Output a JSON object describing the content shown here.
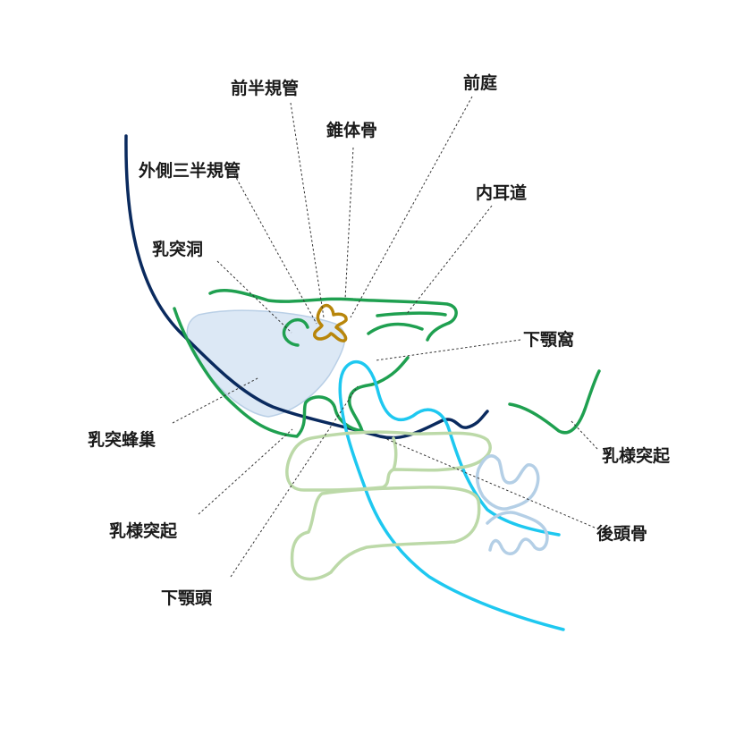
{
  "labels": {
    "anterior_semicircular_canal": "前半規管",
    "vestibule": "前庭",
    "incus": "錐体骨",
    "lateral_semicircular_canal": "外側三半規管",
    "internal_auditory_canal": "内耳道",
    "mastoid_antrum": "乳突洞",
    "mandibular_fossa": "下顎窩",
    "mastoid_cells": "乳突蜂巢",
    "styloid_process_right": "乳様突起",
    "mastoid_process_left": "乳様突起",
    "occipital_bone": "後頭骨",
    "mandibular_condyle": "下顎頭"
  },
  "colors": {
    "skull_outline": "#0a2a5e",
    "temporal_bone": "#1fa050",
    "ossicle": "#b8860b",
    "mastoid_cells_fill": "#dce8f5",
    "mastoid_cells_stroke": "#b9cfe6",
    "occipital_line": "#1ec8f0",
    "cervical_vertebra": "#bcd9a8",
    "vertebra_light": "#b4cfe6",
    "text": "#1a1a1a"
  }
}
